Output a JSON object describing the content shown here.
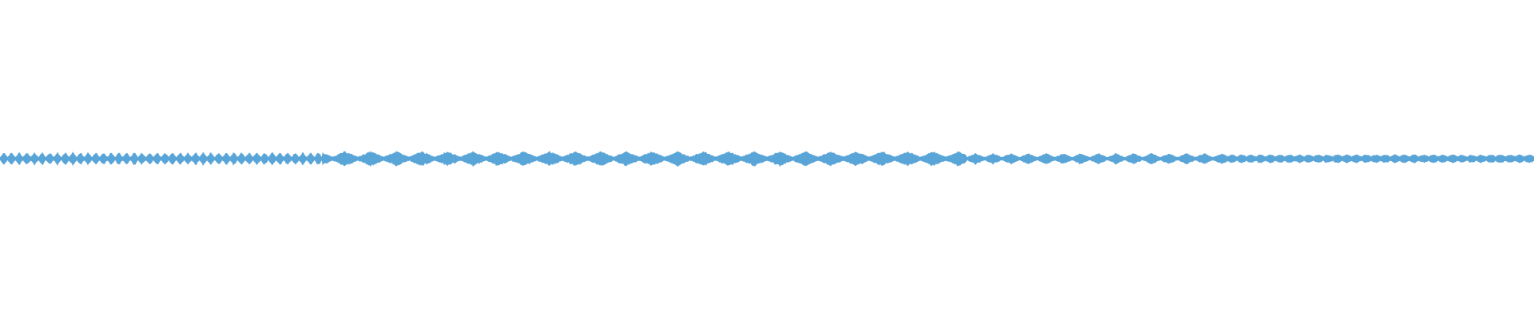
{
  "waveform": {
    "color": "#5aa5d8",
    "segments": [
      {
        "from": 0.0,
        "to": 0.21,
        "cycle": 9.6,
        "peak": 0.9,
        "shape": "chirp-dense"
      },
      {
        "from": 0.21,
        "to": 0.63,
        "cycle": 32,
        "peak": 1.0,
        "shape": "diamond"
      },
      {
        "from": 0.63,
        "to": 0.8,
        "cycle": 22,
        "peak": 0.75,
        "shape": "diamond-soft"
      },
      {
        "from": 0.8,
        "to": 1.0,
        "cycle": 12,
        "peak": 0.55,
        "shape": "fine"
      }
    ]
  }
}
